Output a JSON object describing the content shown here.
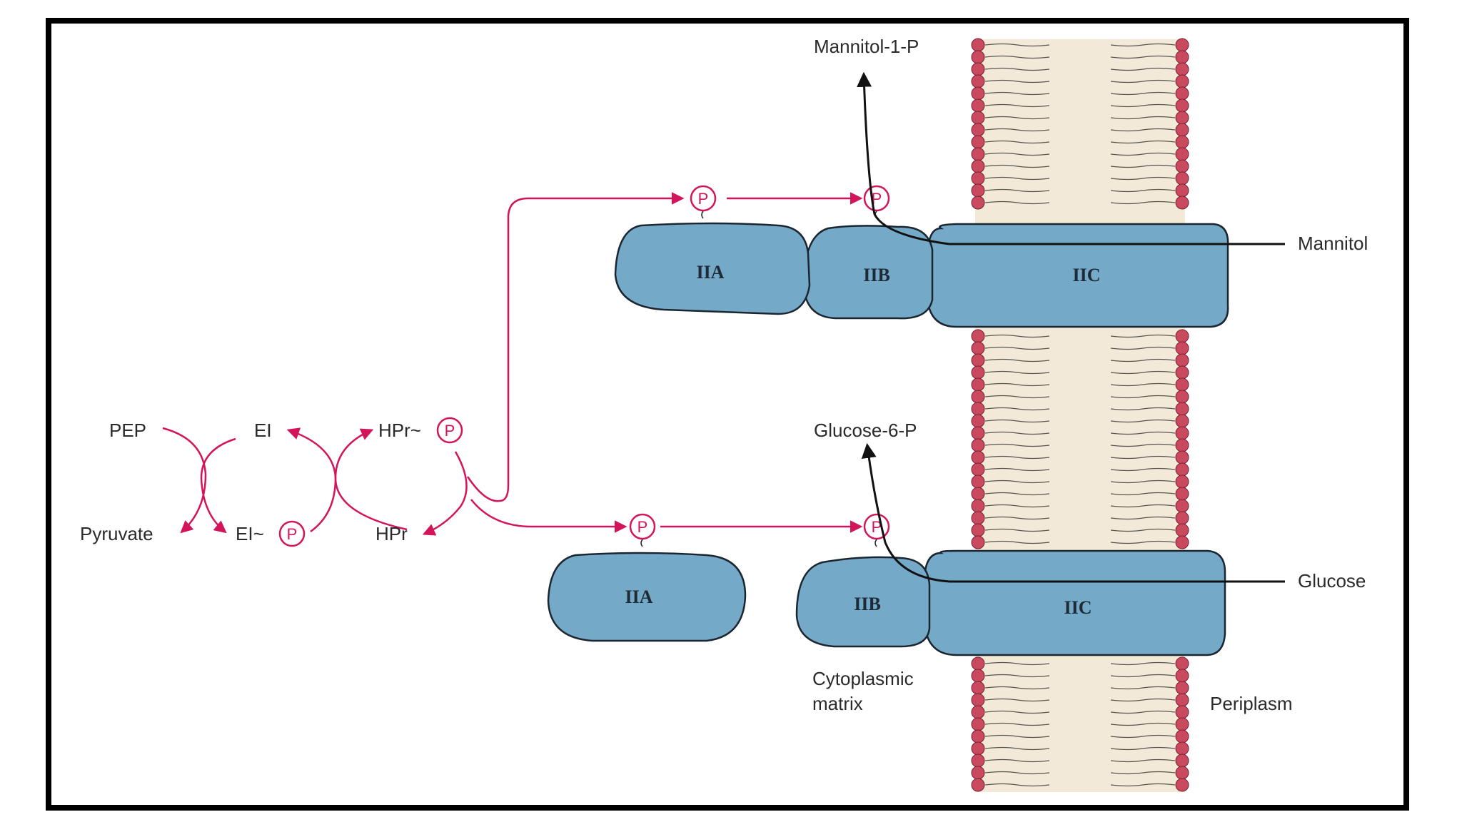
{
  "labels": {
    "pep": "PEP",
    "pyruvate": "Pyruvate",
    "ei": "EI",
    "ei_p": "EI~",
    "hpr_p": "HPr~",
    "hpr": "HPr",
    "phosphate": "P",
    "mannitol_1_p": "Mannitol-1-P",
    "mannitol": "Mannitol",
    "glucose_6_p": "Glucose-6-P",
    "glucose": "Glucose",
    "cytoplasmic_line1": "Cytoplasmic",
    "cytoplasmic_line2": "matrix",
    "periplasm": "Periplasm"
  },
  "proteins": {
    "mannitol": {
      "iia": "IIA",
      "iib": "IIB",
      "iic": "IIC"
    },
    "glucose": {
      "iia": "IIA",
      "iib": "IIB",
      "iic": "IIC"
    }
  },
  "colors": {
    "protein_fill": "#74a9c8",
    "pathway_arrow": "#d4145a",
    "membrane_head": "#c94a5e",
    "membrane_core": "#f3e9d8",
    "outline": "#1b2630"
  }
}
